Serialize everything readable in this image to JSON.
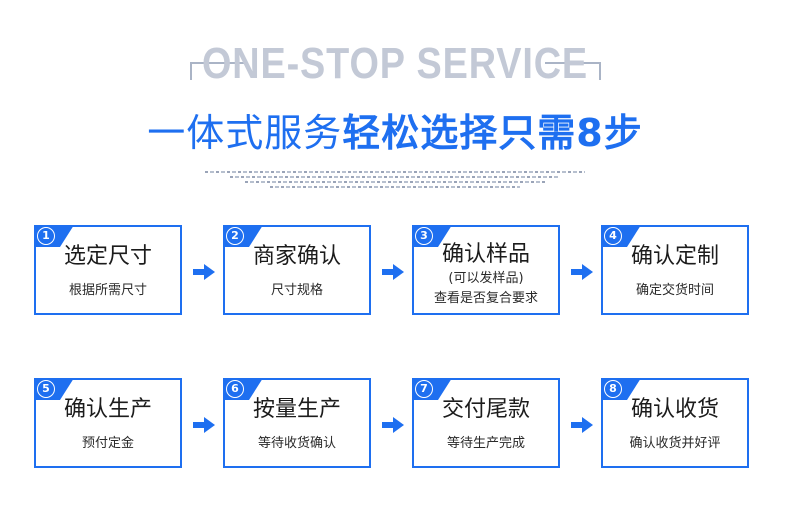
{
  "heading": {
    "english": "ONE-STOP SERVICE",
    "chinese_light": "一体式服务",
    "chinese_bold": "轻松选择只需8步"
  },
  "colors": {
    "accent": "#1e6ff0",
    "heading_english": "#c3c9d6"
  },
  "steps": [
    {
      "badge": "1",
      "title": "选定尺寸",
      "subtitle": "根据所需尺寸"
    },
    {
      "badge": "2",
      "title": "商家确认",
      "subtitle": "尺寸规格"
    },
    {
      "badge": "3",
      "title": "确认样品",
      "subtitle": "(可以发样品)",
      "subtitle2": "查看是否复合要求"
    },
    {
      "badge": "4",
      "title": "确认定制",
      "subtitle": "确定交货时间"
    },
    {
      "badge": "5",
      "title": "确认生产",
      "subtitle": "预付定金"
    },
    {
      "badge": "6",
      "title": "按量生产",
      "subtitle": "等待收货确认"
    },
    {
      "badge": "7",
      "title": "交付尾款",
      "subtitle": "等待生产完成"
    },
    {
      "badge": "8",
      "title": "确认收货",
      "subtitle": "确认收货并好评"
    }
  ],
  "icons": {
    "arrow": "arrow-right-icon"
  }
}
